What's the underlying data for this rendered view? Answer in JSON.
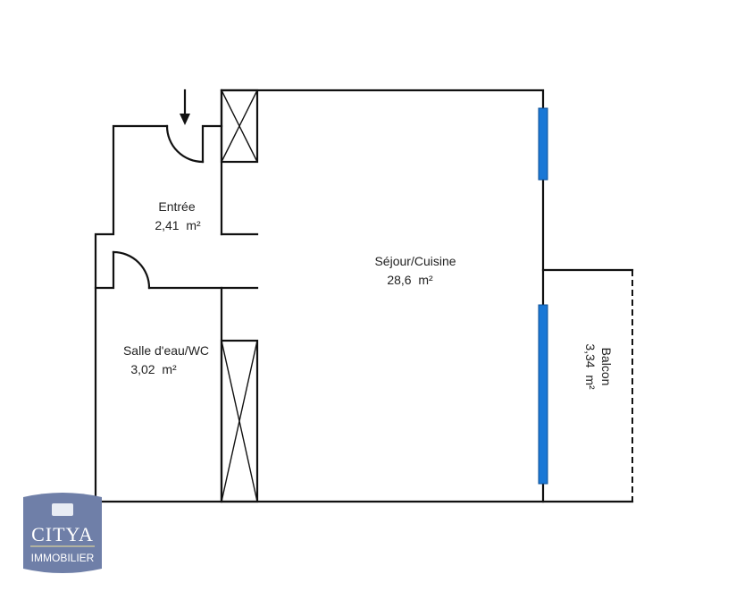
{
  "rooms": {
    "entree": {
      "name": "Entrée",
      "area": "2,41  m²"
    },
    "sejour": {
      "name": "Séjour/Cuisine",
      "area": "28,6  m²"
    },
    "salle_eau": {
      "name": "Salle d'eau/WC",
      "area": "3,02  m²"
    },
    "balcon": {
      "name": "Balcon",
      "area": "3,34  m²"
    }
  },
  "logo": {
    "brand": "CITYA",
    "subtitle": "IMMOBILIER"
  },
  "colors": {
    "window": "#1a78d6",
    "logo_bg": "#6f7fa8",
    "wall": "#111111"
  }
}
